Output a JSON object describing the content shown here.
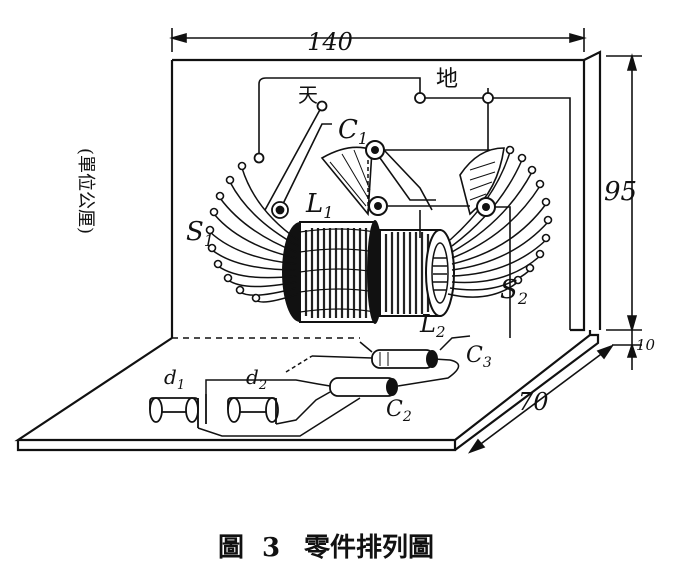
{
  "dimensions": {
    "width": "140",
    "height": "95",
    "depth": "70",
    "base_thickness": "10"
  },
  "unit_note": "(單位公厘)",
  "labels": {
    "tian": "天",
    "di": "地",
    "C1": "C",
    "C1_sub": "1",
    "L1": "L",
    "L1_sub": "1",
    "L2": "L",
    "L2_sub": "2",
    "S1": "S",
    "S1_sub": "1",
    "S2": "S",
    "S2_sub": "2",
    "C3": "C",
    "C3_sub": "3",
    "C2": "C",
    "C2_sub": "2",
    "d1": "d",
    "d1_sub": "1",
    "d2": "d",
    "d2_sub": "2"
  },
  "caption": {
    "fig_word": "圖",
    "fig_number": "3",
    "title": "零件排列圖"
  },
  "colors": {
    "ink": "#111111",
    "paper": "#ffffff"
  }
}
